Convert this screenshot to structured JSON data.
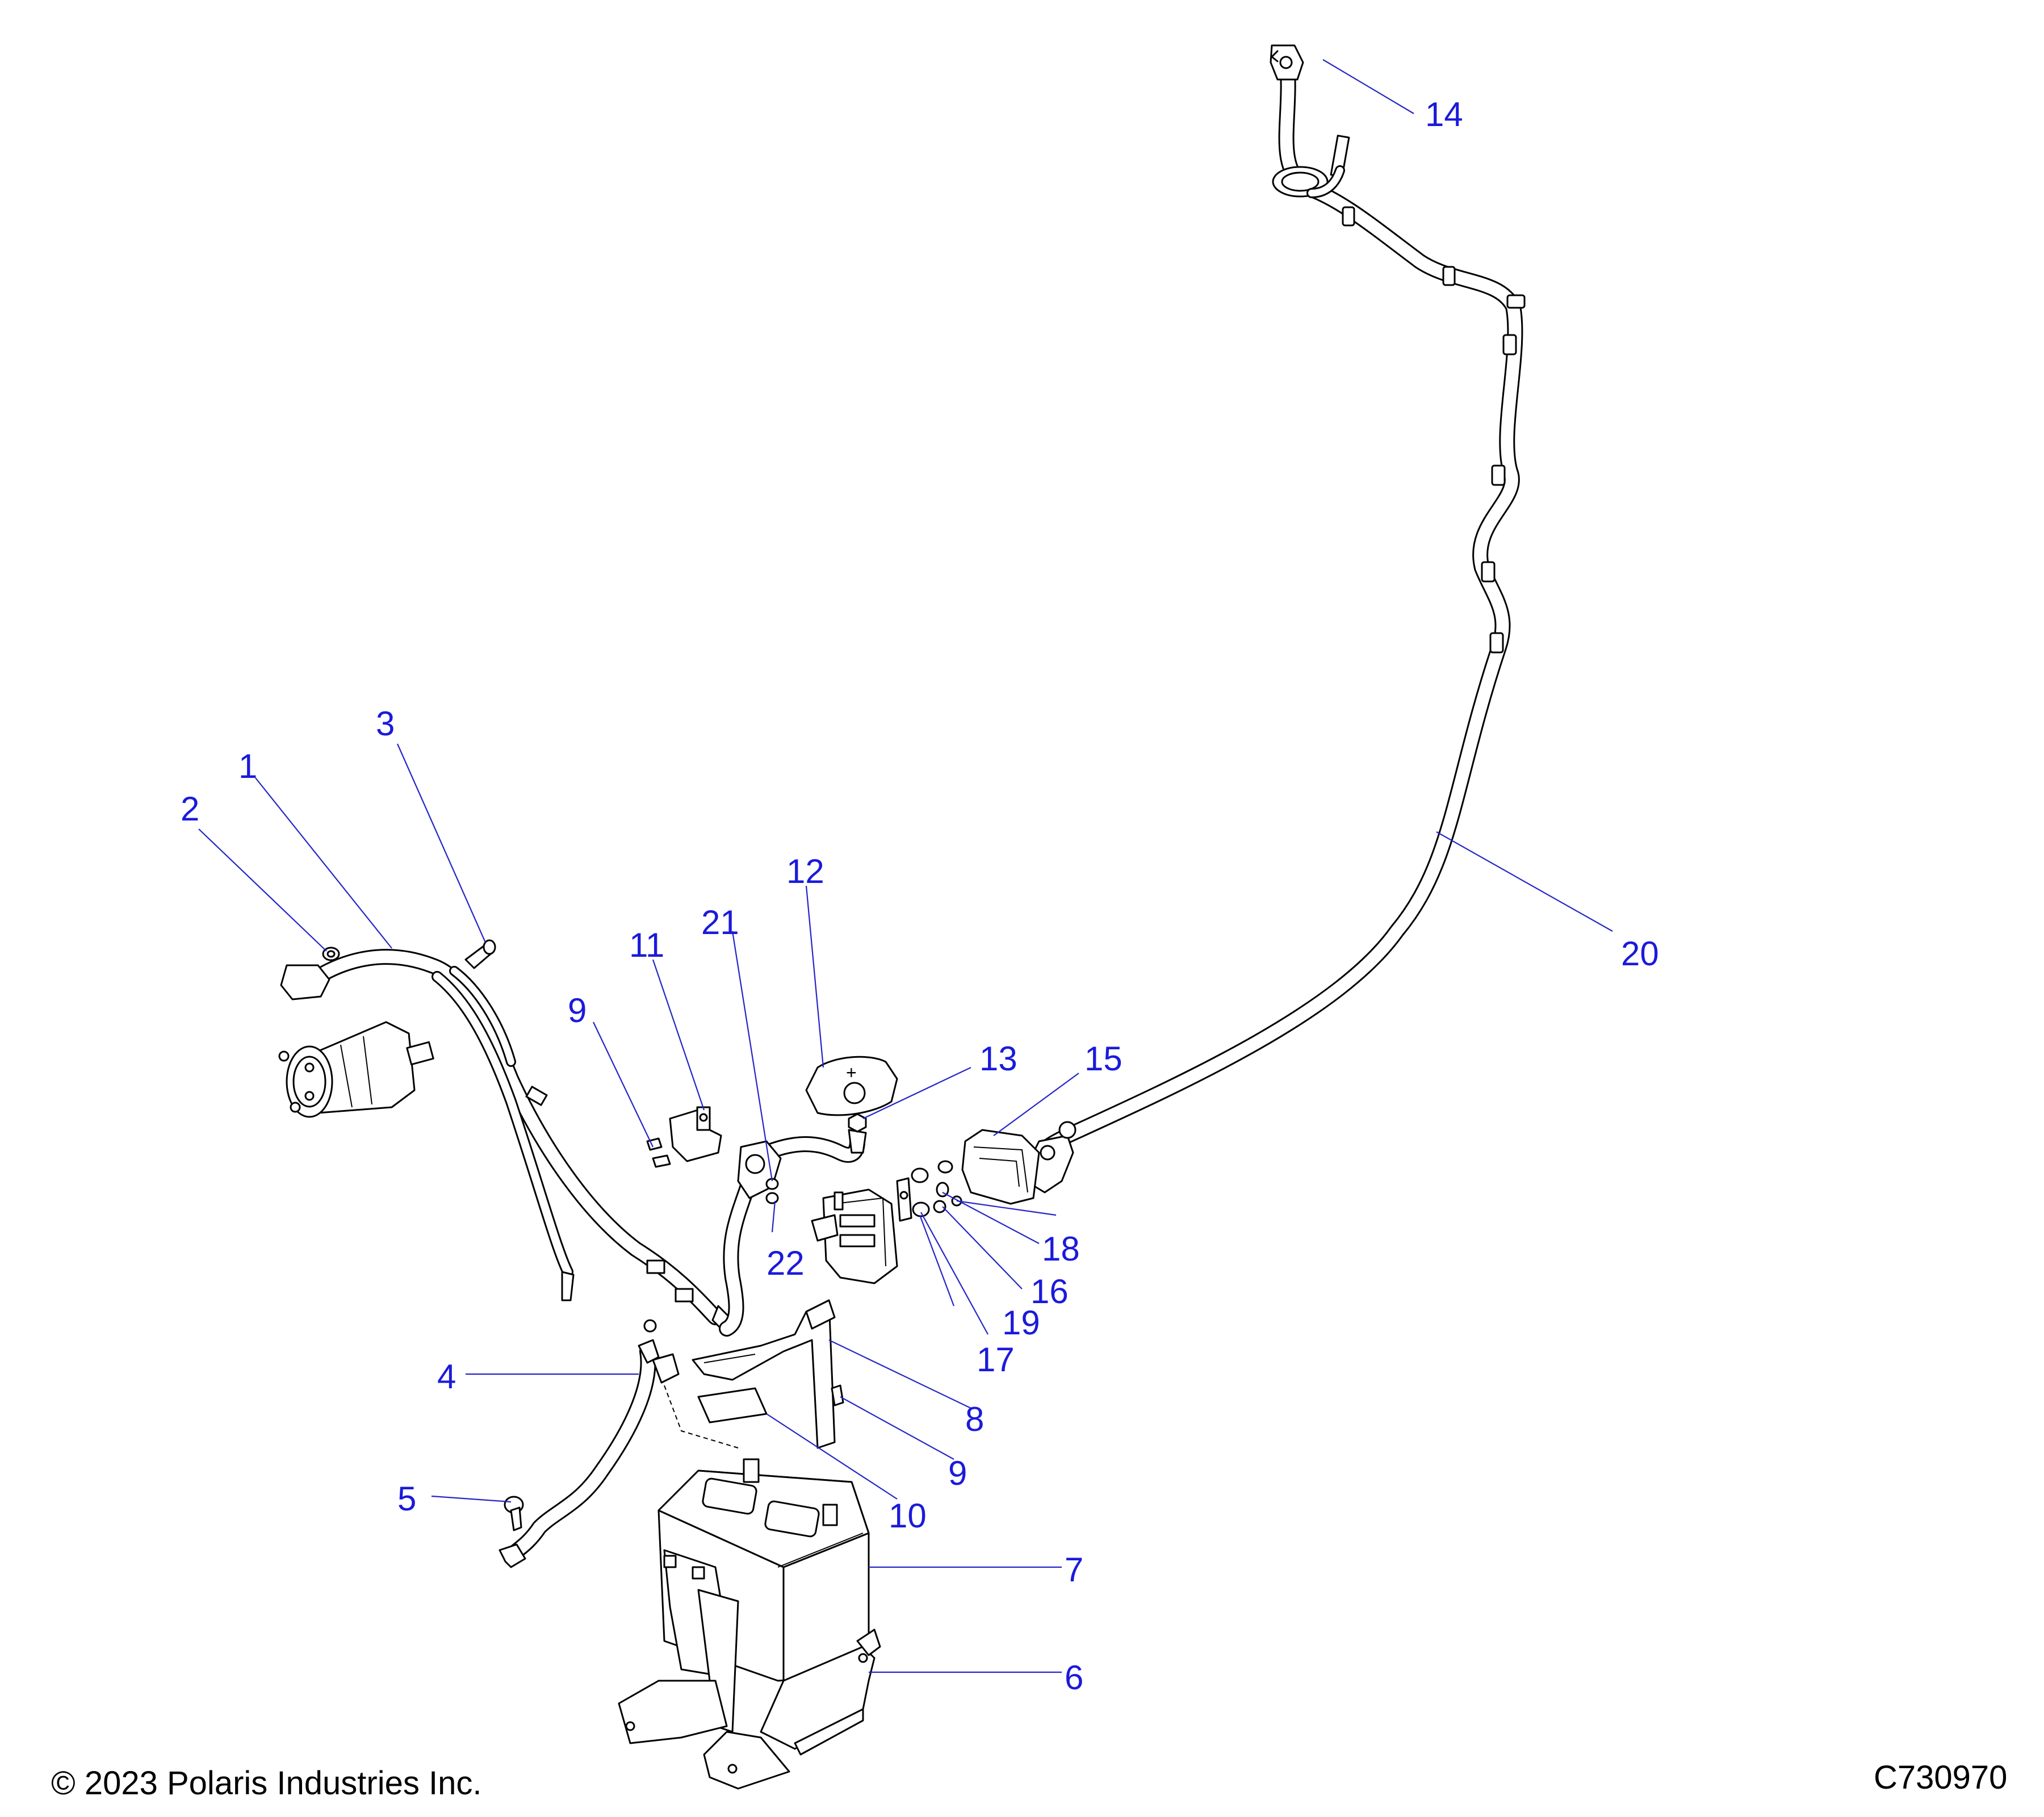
{
  "diagram": {
    "copyright": "© 2023 Polaris Industries Inc.",
    "figure_code": "C730970",
    "callouts": [
      "1",
      "2",
      "3",
      "4",
      "5",
      "6",
      "7",
      "8",
      "9",
      "9",
      "10",
      "11",
      "12",
      "13",
      "14",
      "15",
      "16",
      "17",
      "18",
      "19",
      "20",
      "21",
      "22"
    ],
    "battery_cap_symbol": "+",
    "line_color": "#2525c8",
    "label_color": "#1a1adb"
  }
}
